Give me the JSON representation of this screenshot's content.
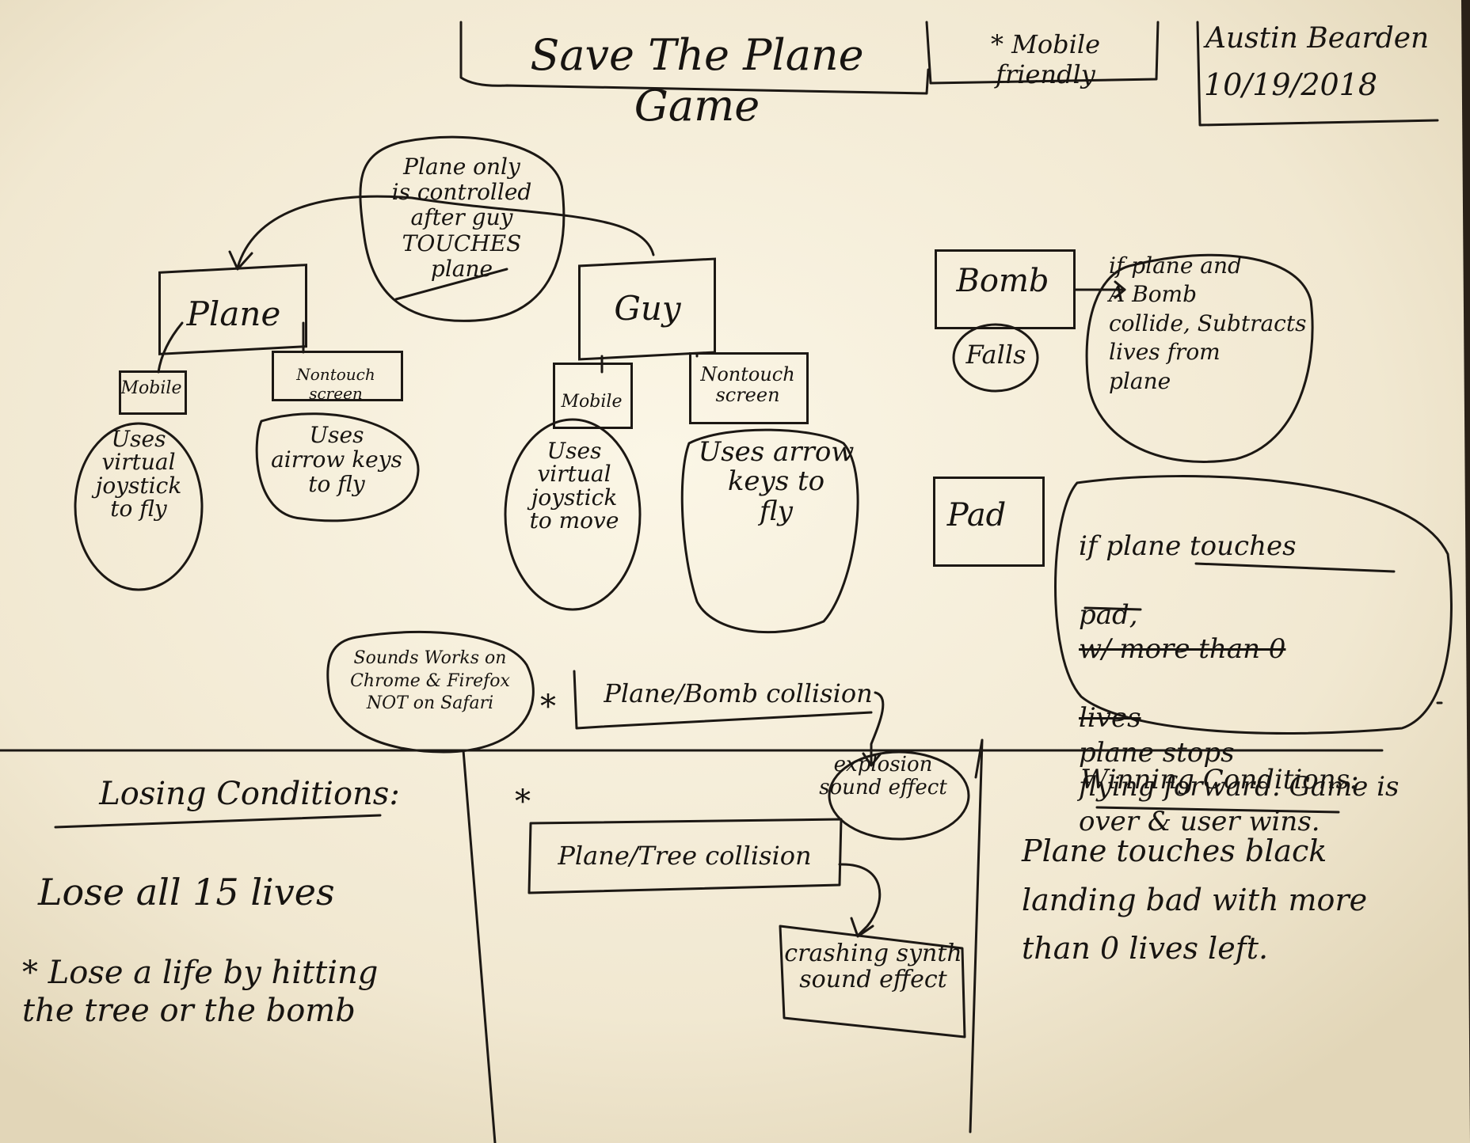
{
  "header": {
    "title": "Save The Plane Game",
    "mobile_note": "* Mobile friendly",
    "author": "Austin Bearden",
    "date": "10/19/2018"
  },
  "top_note": "Plane only\nis controlled\nafter guy\nTOUCHES\nplane",
  "plane": {
    "label": "Plane",
    "mobile_label": "Mobile",
    "nontouch_label": "Nontouch screen",
    "mobile_desc": "Uses\nvirtual\njoystick\nto fly",
    "nontouch_desc": "Uses\nairrow keys\nto fly"
  },
  "guy": {
    "label": "Guy",
    "mobile_label": "Mobile",
    "nontouch_label": "Nontouch\nscreen",
    "mobile_desc": "Uses\nvirtual\njoystick\nto move",
    "nontouch_desc": "Uses arrow\nkeys to\nfly"
  },
  "bomb": {
    "label": "Bomb",
    "falls": "Falls",
    "rule": "if plane and\nA Bomb\ncollide, Subtracts\nlives from\nplane"
  },
  "pad": {
    "label": "Pad",
    "rule_line1": "if plane touches",
    "rule_line2_start": "pad,",
    "rule_struck_1": "w/ more than 0",
    "rule_struck_2": "lives",
    "rule_rest": "plane stops\nflying forward. Game is\nover & user wins."
  },
  "sound_note": "Sounds Works on\nChrome & Firefox\nNOT on Safari",
  "asterisk": "*",
  "plane_bomb": "Plane/Bomb collision",
  "explosion": "explosion\nsound effect",
  "plane_tree": "Plane/Tree collision",
  "crashing": "crashing synth\nsound effect",
  "losing": {
    "title": "Losing Conditions:",
    "line1": "Lose all 15 lives",
    "line2": "* Lose a life by hitting\nthe tree or the bomb"
  },
  "winning": {
    "title": "Winning Conditions:",
    "text": "Plane touches black\nlanding bad with more\nthan 0 lives left."
  },
  "colors": {
    "paper": "#f5eedb",
    "ink": "#1c1814",
    "background": "#2a2118"
  }
}
